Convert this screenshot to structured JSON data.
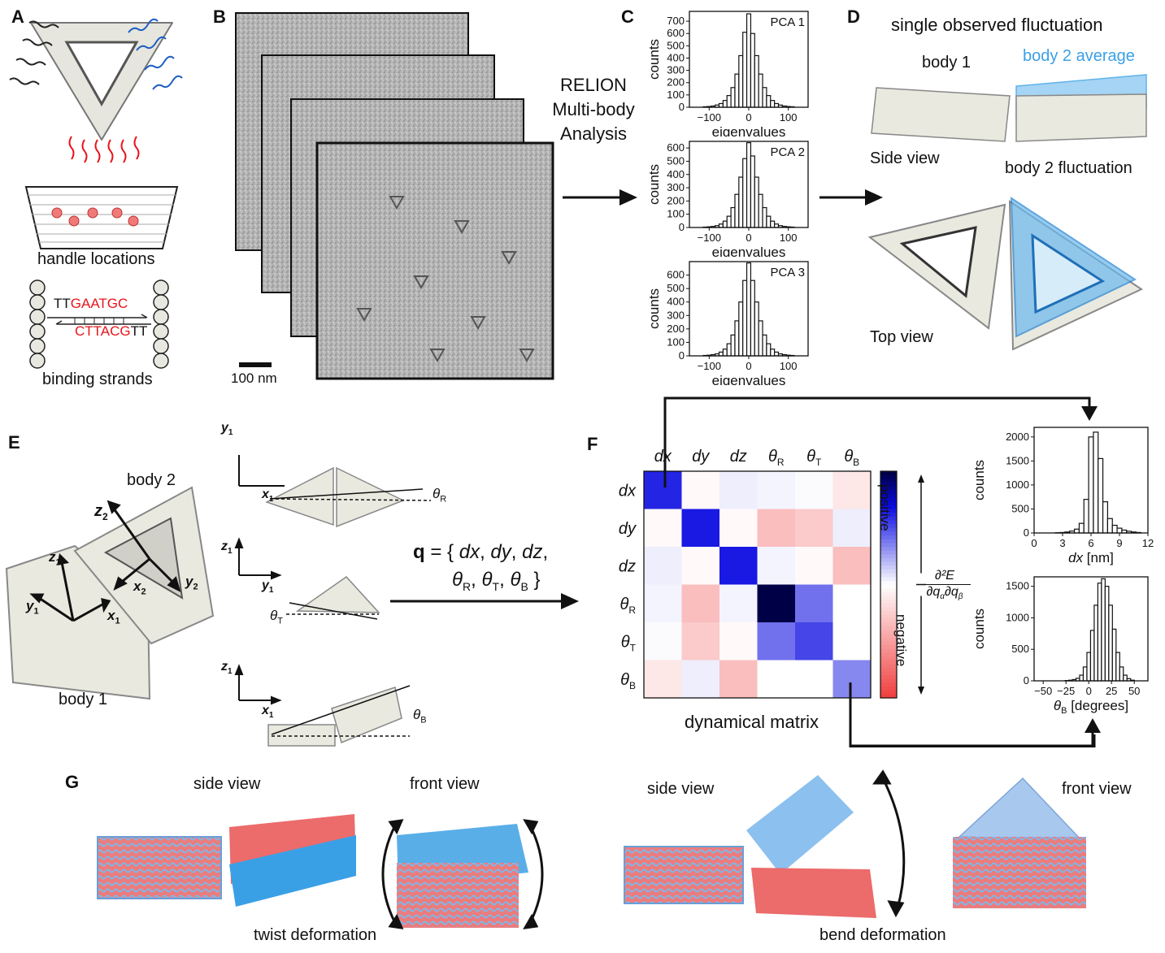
{
  "panel_labels": {
    "a": "A",
    "b": "B",
    "c": "C",
    "d": "D",
    "e": "E",
    "f": "F",
    "g": "G"
  },
  "panel_a": {
    "handle_caption": "handle locations",
    "strand_top_black": "TT",
    "strand_top_red": "GAATGC",
    "strand_bottom_red": "CTTACG",
    "strand_bottom_black": "TT",
    "strands_caption": "binding strands"
  },
  "panel_b": {
    "scalebar_label": "100 nm"
  },
  "relion": {
    "line1": "RELION",
    "line2": "Multi-body",
    "line3": "Analysis"
  },
  "panel_c": {
    "ylabel": "counts",
    "xlabel": "eigenvalues"
  },
  "panel_d": {
    "title": "single observed fluctuation",
    "body1": "body 1",
    "body2_avg": "body 2 average",
    "side_view": "Side view",
    "body2_fluct": "body 2 fluctuation",
    "top_view": "Top view"
  },
  "panel_e": {
    "body2": "body 2",
    "body1": "body 1",
    "z2": "z",
    "x2": "x",
    "y2": "y",
    "z1": "z",
    "y1": "y",
    "x1": "x",
    "sub2": "2",
    "sub1": "1",
    "theta": "θ",
    "sub_r": "R",
    "sub_t": "T",
    "sub_b": "B"
  },
  "q_eq": {
    "q": "q",
    "eq": " = { ",
    "dx": "dx",
    "comma": ", ",
    "dy": "dy",
    "dz": "dz",
    "comma2": ",",
    "tR": "θ",
    "tT": "θ",
    "tB": "θ",
    "close": " }"
  },
  "panel_f": {
    "row_labels": [
      "dx",
      "dy",
      "dz",
      "θ",
      "θ",
      "θ"
    ],
    "row_subs": [
      "",
      "",
      "",
      "R",
      "T",
      "B"
    ],
    "caption": "dynamical matrix",
    "positive": "positive",
    "negative": "negative",
    "deriv_num": "∂²E",
    "deriv_den": "∂q",
    "sub_alpha": "α",
    "sub_beta": "β"
  },
  "colors": {
    "blue_body": "#3aa0e6",
    "red_body": "#ec6b6b",
    "pale_body": "#e9e9e0",
    "red_text": "#e8141b"
  },
  "panel_g": {
    "side_view_1": "side view",
    "front_view_1": "front view",
    "twist": "twist deformation",
    "side_view_2": "side view",
    "front_view_2": "front view",
    "bend": "bend deformation"
  },
  "chart_data": [
    {
      "type": "bar",
      "id": "pca1",
      "title": "PCA 1",
      "xlabel": "eigenvalues",
      "ylabel": "counts",
      "xlim": [
        -150,
        150
      ],
      "ylim": [
        0,
        780
      ],
      "xticks": [
        -100,
        0,
        100
      ],
      "yticks": [
        0,
        100,
        200,
        300,
        400,
        500,
        600,
        700
      ],
      "bin_width": 10,
      "x": [
        -110,
        -100,
        -90,
        -80,
        -70,
        -60,
        -50,
        -40,
        -30,
        -20,
        -10,
        0,
        10,
        20,
        30,
        40,
        50,
        60,
        70,
        80,
        90,
        100,
        110
      ],
      "values": [
        4,
        6,
        10,
        18,
        30,
        55,
        95,
        160,
        270,
        420,
        610,
        760,
        600,
        420,
        270,
        160,
        95,
        55,
        30,
        18,
        10,
        6,
        4
      ]
    },
    {
      "type": "bar",
      "id": "pca2",
      "title": "PCA 2",
      "xlabel": "eigenvalues",
      "ylabel": "counts",
      "xlim": [
        -150,
        150
      ],
      "ylim": [
        0,
        650
      ],
      "xticks": [
        -100,
        0,
        100
      ],
      "yticks": [
        0,
        100,
        200,
        300,
        400,
        500,
        600
      ],
      "bin_width": 10,
      "x": [
        -110,
        -100,
        -90,
        -80,
        -70,
        -60,
        -50,
        -40,
        -30,
        -20,
        -10,
        0,
        10,
        20,
        30,
        40,
        50,
        60,
        70,
        80,
        90,
        100,
        110
      ],
      "values": [
        3,
        5,
        8,
        14,
        26,
        48,
        85,
        150,
        250,
        380,
        520,
        640,
        540,
        380,
        250,
        150,
        85,
        48,
        26,
        14,
        8,
        5,
        3
      ]
    },
    {
      "type": "bar",
      "id": "pca3",
      "title": "PCA 3",
      "xlabel": "eigenvalues",
      "ylabel": "counts",
      "xlim": [
        -150,
        150
      ],
      "ylim": [
        0,
        700
      ],
      "xticks": [
        -100,
        0,
        100
      ],
      "yticks": [
        0,
        100,
        200,
        300,
        400,
        500,
        600
      ],
      "bin_width": 10,
      "x": [
        -110,
        -100,
        -90,
        -80,
        -70,
        -60,
        -50,
        -40,
        -30,
        -20,
        -10,
        0,
        10,
        20,
        30,
        40,
        50,
        60,
        70,
        80,
        90,
        100,
        110
      ],
      "values": [
        3,
        5,
        9,
        15,
        28,
        50,
        90,
        155,
        260,
        400,
        560,
        690,
        560,
        400,
        260,
        155,
        90,
        50,
        28,
        15,
        9,
        5,
        3
      ]
    },
    {
      "type": "heatmap",
      "id": "dynmatrix",
      "title": "dynamical matrix",
      "categories": [
        "dx",
        "dy",
        "dz",
        "θR",
        "θT",
        "θB"
      ],
      "colorbar_labels": [
        "positive",
        "negative"
      ],
      "values": [
        [
          1.0,
          -0.05,
          0.08,
          0.05,
          0.02,
          -0.2
        ],
        [
          -0.05,
          1.05,
          -0.05,
          -0.55,
          -0.45,
          0.08
        ],
        [
          0.08,
          -0.05,
          1.05,
          0.05,
          -0.05,
          -0.55
        ],
        [
          0.05,
          -0.55,
          0.05,
          1.6,
          0.65,
          0.0
        ],
        [
          0.02,
          -0.45,
          -0.05,
          0.65,
          0.85,
          0.0
        ],
        [
          -0.2,
          0.08,
          -0.55,
          0.0,
          0.0,
          0.55
        ]
      ]
    },
    {
      "type": "bar",
      "id": "dxhist",
      "xlabel": "dx [nm]",
      "ylabel": "counts",
      "xlim": [
        0,
        12
      ],
      "ylim": [
        0,
        2200
      ],
      "xticks": [
        0,
        3,
        6,
        9,
        12
      ],
      "yticks": [
        0,
        500,
        1000,
        1500,
        2000
      ],
      "bin_width": 0.5,
      "x": [
        2.5,
        3,
        3.5,
        4,
        4.5,
        5,
        5.5,
        6,
        6.5,
        7,
        7.5,
        8,
        8.5,
        9,
        9.5,
        10,
        10.5,
        11
      ],
      "values": [
        5,
        10,
        20,
        40,
        80,
        200,
        700,
        2000,
        2100,
        1550,
        650,
        300,
        160,
        100,
        60,
        35,
        20,
        10
      ]
    },
    {
      "type": "bar",
      "id": "thetabhist",
      "xlabel": "θB [degrees]",
      "ylabel": "counts",
      "xlim": [
        -60,
        65
      ],
      "ylim": [
        0,
        1650
      ],
      "xticks": [
        -50,
        -25,
        0,
        25,
        50
      ],
      "yticks": [
        0,
        500,
        1000,
        1500
      ],
      "bin_width": 4,
      "x": [
        -24,
        -20,
        -16,
        -12,
        -8,
        -4,
        0,
        4,
        8,
        12,
        16,
        20,
        24,
        28,
        32,
        36,
        40,
        44,
        48
      ],
      "values": [
        5,
        10,
        20,
        40,
        90,
        220,
        450,
        800,
        1200,
        1550,
        1620,
        1500,
        1200,
        820,
        450,
        220,
        90,
        35,
        10
      ]
    }
  ]
}
